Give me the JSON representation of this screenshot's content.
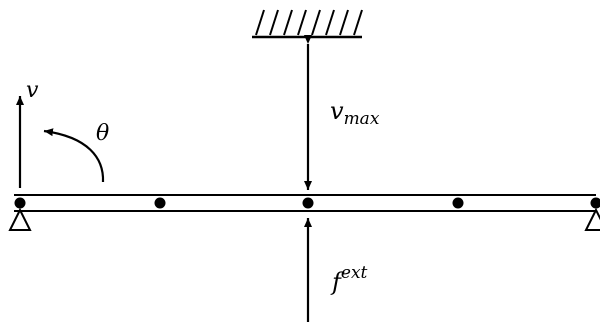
{
  "labels": {
    "v": "v",
    "theta": "θ",
    "v_max_base": "v",
    "v_max_sub": "max",
    "f_ext_base": "f",
    "f_ext_sup": "ext"
  },
  "beam": {
    "node_count": 5,
    "left_support": "pin",
    "right_support": "pin"
  }
}
